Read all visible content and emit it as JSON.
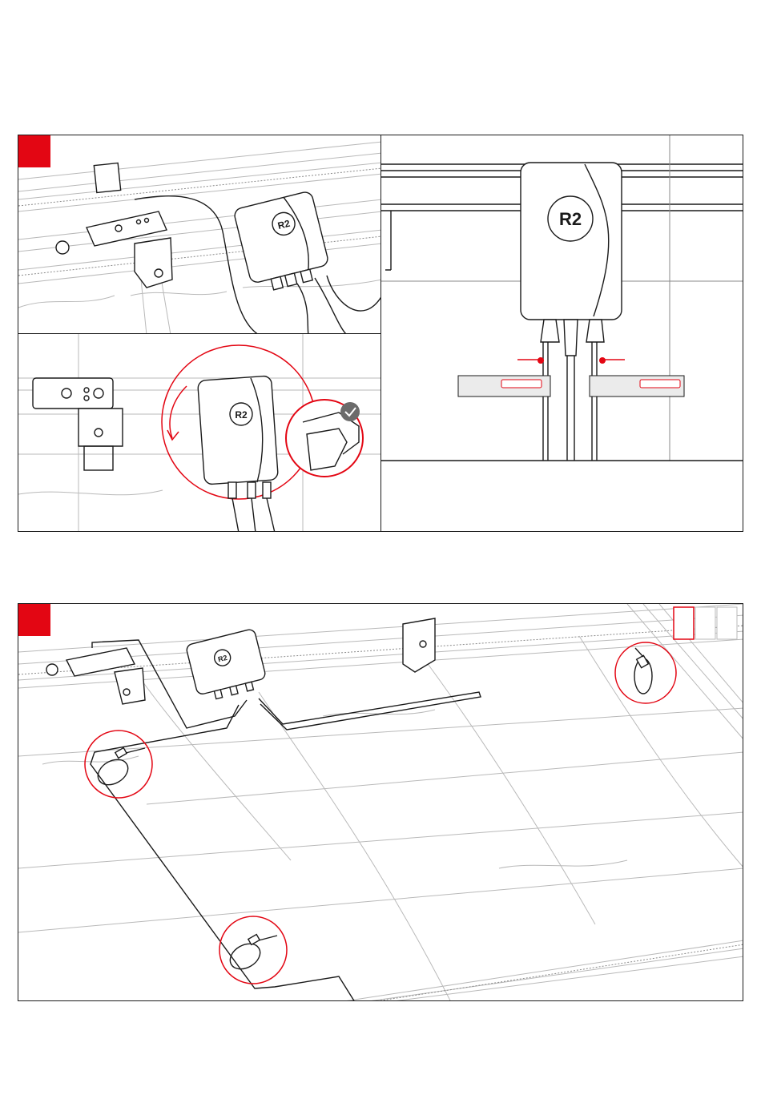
{
  "colors": {
    "accent_red": "#e30613",
    "ink": "#1a1a1a",
    "line_gray": "#b9b9b9",
    "background": "#ffffff"
  },
  "icons": {
    "step_marker": "red-square",
    "rotate": "curved-arrow-icon",
    "confirm": "checkmark-circle-icon",
    "device_logo": "logo-icon",
    "cable_tie": "cable-tie-icon"
  },
  "steps": [
    {
      "label": ""
    },
    {
      "label": ""
    }
  ],
  "page_indicator": {
    "total": 3,
    "active": 1
  }
}
